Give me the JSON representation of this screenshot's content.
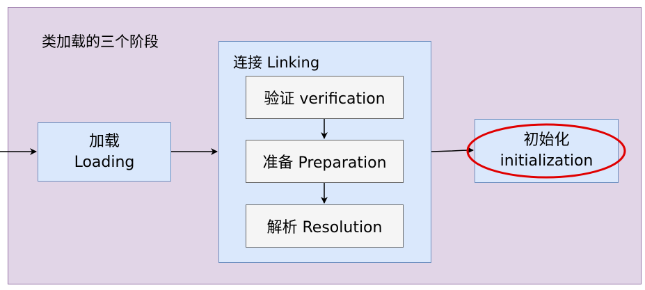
{
  "diagram": {
    "title": "类加载的三个阶段",
    "loading": {
      "line1": "加载",
      "line2": "Loading"
    },
    "linking": {
      "title": "连接 Linking",
      "steps": [
        "验证 verification",
        "准备 Preparation",
        "解析 Resolution"
      ]
    },
    "initialization": {
      "line1": "初始化",
      "line2": "initialization"
    }
  },
  "colors": {
    "outer_fill": "#e1d5e7",
    "outer_stroke": "#9673a6",
    "blue_fill": "#dae8fc",
    "blue_stroke": "#6c8ebf",
    "gray_fill": "#f5f5f5",
    "gray_stroke": "#666666",
    "highlight_ellipse": "#e00000"
  }
}
